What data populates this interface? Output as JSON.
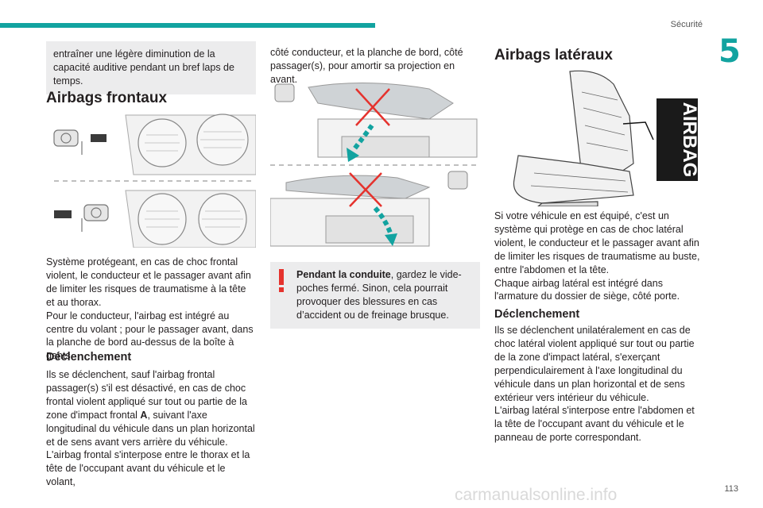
{
  "header": {
    "section": "Sécurité",
    "chapter": "5",
    "accent_color": "#12a3a0"
  },
  "col1": {
    "note": "entraîner une légère diminution de la capacité auditive pendant un bref laps de temps.",
    "title": "Airbags frontaux",
    "para1": "Système protégeant, en cas de choc frontal violent, le conducteur et le passager avant afin de limiter les risques de traumatisme à la tête et au thorax.",
    "para2": "Pour le conducteur, l'airbag est intégré au centre du volant ; pour le passager avant, dans la planche de bord au-dessus de la boîte à gants.",
    "subtitle": "Déclenchement",
    "para3_a": "Ils se déclenchent, sauf l'airbag frontal passager(s) s'il est désactivé, en cas de choc frontal violent appliqué sur tout ou partie de la zone d'impact frontal ",
    "para3_bold": "A",
    "para3_b": ", suivant l'axe longitudinal du véhicule dans un plan horizontal et de sens avant vers arrière du véhicule.",
    "para4": "L'airbag frontal s'interpose entre le thorax et la tête de l'occupant avant du véhicule et le volant,"
  },
  "col2": {
    "para1": "côté conducteur, et la planche de bord, côté passager(s), pour amortir sa projection en avant.",
    "warning_bold": "Pendant la conduite",
    "warning_text": ", gardez le vide-poches fermé. Sinon, cela pourrait provoquer des blessures en cas d’accident ou de freinage brusque."
  },
  "col3": {
    "title": "Airbags latéraux",
    "airbag_label": "AIRBAG",
    "para1": "Si votre véhicule en est équipé, c'est un système qui protège en cas de choc latéral violent, le conducteur et le passager avant afin de limiter les risques de traumatisme au buste, entre l'abdomen et la tête.",
    "para2": "Chaque airbag latéral est intégré dans l'armature du dossier de siège, côté porte.",
    "subtitle": "Déclenchement",
    "para3": "Ils se déclenchent unilatéralement en cas de choc latéral violent appliqué sur tout ou partie de la zone d'impact latéral, s'exerçant perpendiculairement à l'axe longitudinal du véhicule dans un plan horizontal et de sens extérieur vers intérieur du véhicule.",
    "para4": "L'airbag latéral s'interpose entre l'abdomen et la tête de l'occupant avant du véhicule et le panneau de porte correspondant."
  },
  "footer": {
    "page": "113",
    "watermark": "carmanualsonline.info"
  }
}
